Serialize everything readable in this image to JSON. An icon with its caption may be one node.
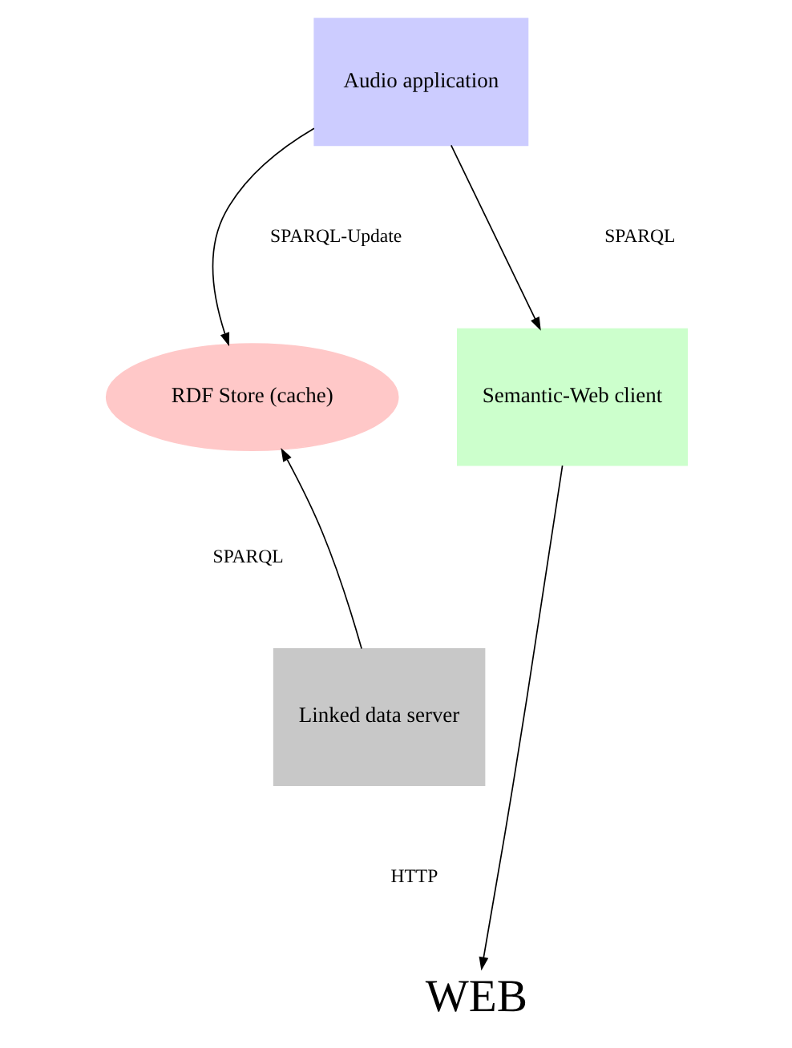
{
  "diagram": {
    "nodes": [
      {
        "text": [
          "Audio application"
        ]
      },
      {
        "text": [
          "RDF Store (cache)"
        ]
      },
      {
        "text": [
          "Semantic-Web client"
        ]
      },
      {
        "text": [
          "Linked data server"
        ]
      },
      {
        "text": [
          "WEB"
        ]
      }
    ],
    "edges": [
      {
        "from": 0,
        "to": 1,
        "arrow": "to"
      },
      {
        "from": 0,
        "to": 2,
        "arrow": "to"
      },
      {
        "from": 3,
        "to": 1,
        "arrow": "to"
      },
      {
        "from": 2,
        "to": 4,
        "arrow": "to"
      }
    ],
    "labels": [
      "SPARQL",
      "SPARQL-Update",
      "SPARQL",
      "HTTP"
    ]
  }
}
